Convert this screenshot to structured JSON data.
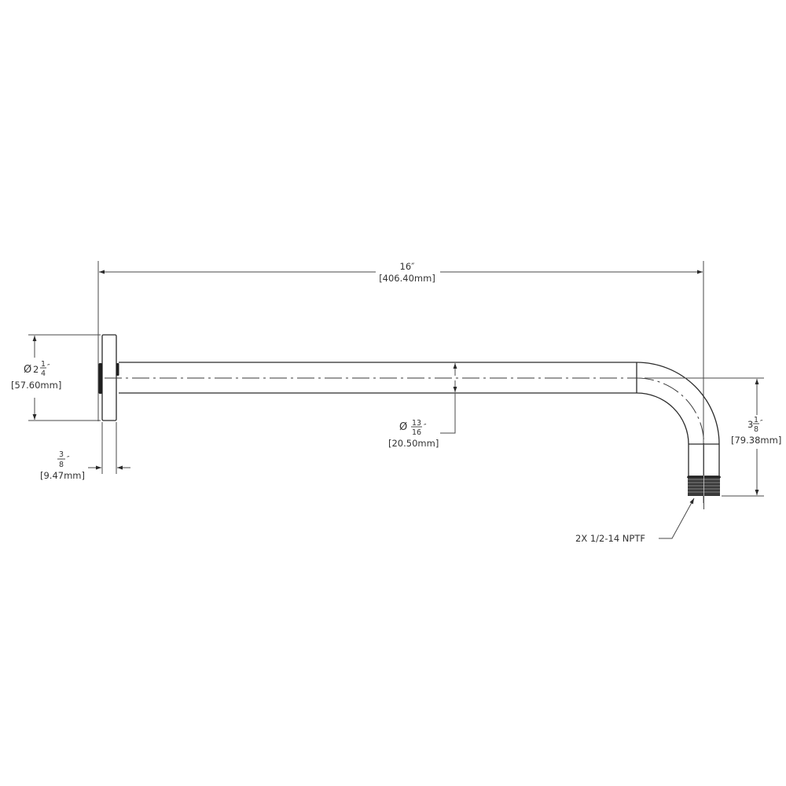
{
  "drawing": {
    "title": "Shower arm technical drawing",
    "colors": {
      "line": "#2a2a2a",
      "text": "#333333",
      "background": "#ffffff"
    },
    "dimensions": {
      "overall_length": {
        "imperial": "16″",
        "metric": "[406.40mm]"
      },
      "flange_diameter": {
        "symbol": "Ø",
        "whole": "2",
        "num": "1",
        "den": "4",
        "unit": "″",
        "metric": "[57.60mm]"
      },
      "flange_thickness": {
        "num": "3",
        "den": "8",
        "unit": "″",
        "metric": "[9.47mm]"
      },
      "pipe_diameter": {
        "symbol": "Ø",
        "num": "13",
        "den": "16",
        "unit": "″",
        "metric": "[20.50mm]"
      },
      "drop_height": {
        "whole": "3",
        "num": "1",
        "den": "8",
        "unit": "″",
        "metric": "[79.38mm]"
      }
    },
    "callouts": {
      "thread": "2X 1/2-14 NPTF"
    }
  }
}
